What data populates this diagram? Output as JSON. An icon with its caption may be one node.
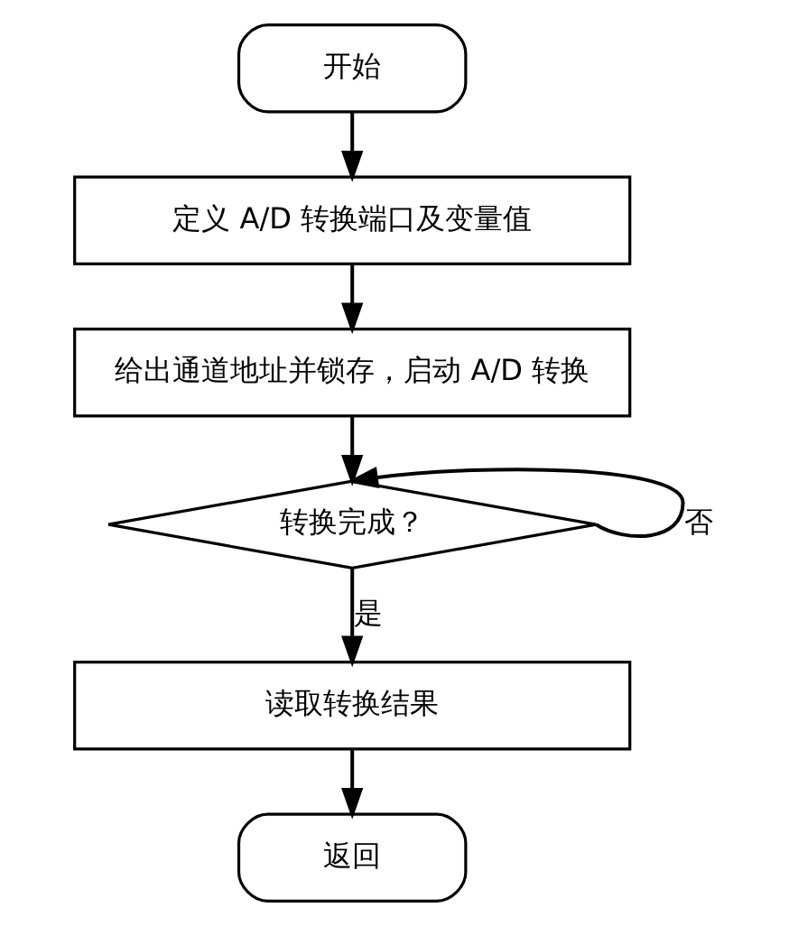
{
  "diagram": {
    "nodes": [
      {
        "text": [
          "开始"
        ]
      },
      {
        "text": [
          "定义 A/D 转换端口及变量值"
        ]
      },
      {
        "text": [
          "给出通道地址并锁存，启动 A/D 转换"
        ]
      },
      {
        "text": [
          "转换完成？"
        ]
      },
      {
        "text": [
          "读取转换结果"
        ]
      },
      {
        "text": [
          "返回"
        ]
      }
    ],
    "edges": [
      {
        "from": 0,
        "to": 1,
        "arrow": "to"
      },
      {
        "from": 1,
        "to": 2,
        "arrow": "to"
      },
      {
        "from": 2,
        "to": 3,
        "arrow": "to"
      },
      {
        "from": 3,
        "to": 3,
        "arrow": "to",
        "label": "否"
      },
      {
        "from": 3,
        "to": 4,
        "arrow": "to",
        "label": "是"
      },
      {
        "from": 4,
        "to": 5,
        "arrow": "to"
      }
    ]
  }
}
